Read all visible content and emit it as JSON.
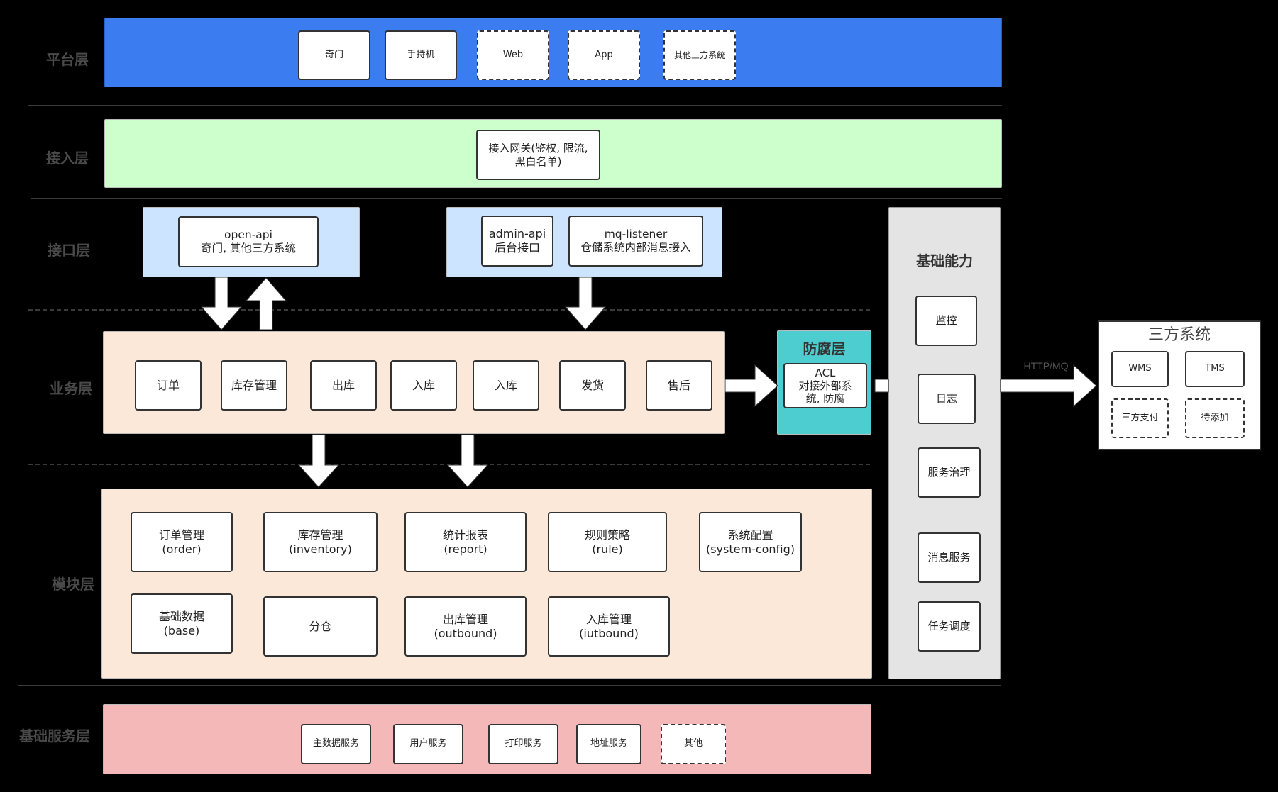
{
  "layers": {
    "platform": "平台层",
    "access": "接入层",
    "interface": "接口层",
    "business": "业务层",
    "module": "模块层",
    "base_service": "基础服务层"
  },
  "platform": {
    "items": [
      "奇门",
      "手持机",
      "Web",
      "App",
      "其他三方系统"
    ]
  },
  "access": {
    "gateway": "接入网关(鉴权, 限流,\n黑白名单)"
  },
  "interface": {
    "open_api": "open-api\n奇门, 其他三方系统",
    "admin_api": "admin-api\n后台接口",
    "mq_listener": "mq-listener\n仓储系统内部消息接入"
  },
  "business": {
    "items": [
      "订单",
      "库存管理",
      "出库",
      "入库",
      "入库",
      "发货",
      "售后"
    ]
  },
  "acl": {
    "title": "防腐层",
    "box": "ACL\n对接外部系\n统, 防腐"
  },
  "modules": {
    "items": [
      "订单管理\n(order)",
      "库存管理\n(inventory)",
      "统计报表\n(report)",
      "规则策略\n(rule)",
      "系统配置\n(system-config)",
      "基础数据\n(base)",
      "分仓",
      "出库管理\n(outbound)",
      "入库管理\n(iutbound)"
    ]
  },
  "base_services": {
    "items": [
      "主数据服务",
      "用户服务",
      "打印服务",
      "地址服务",
      "其他"
    ]
  },
  "capability": {
    "title": "基础能力",
    "items": [
      "监控",
      "日志",
      "服务治理",
      "消息服务",
      "任务调度"
    ]
  },
  "third_party": {
    "title": "三方系统",
    "items": [
      "WMS",
      "TMS",
      "三方支付",
      "待添加"
    ],
    "link_label": "HTTP/MQ"
  },
  "colors": {
    "platform_band": "#3b7cf0",
    "access_band": "#ccffcc",
    "interface_band": "#cce4ff",
    "business_band": "#fbe8d8",
    "base_band": "#f4b8b8",
    "acl_band": "#4ecdd0",
    "capability_band": "#e4e4e4"
  }
}
